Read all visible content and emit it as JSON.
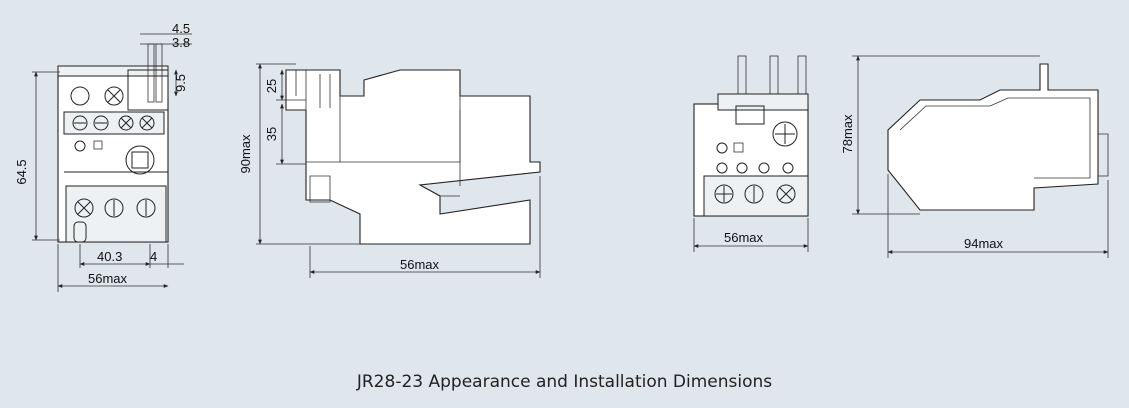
{
  "caption": "JR28-23 Appearance and Installation Dimensions",
  "views": {
    "front": {
      "dims": {
        "top_w1": "4.5",
        "top_w2": "3.8",
        "right_h": "9.5",
        "height": "64.5",
        "bottom_a": "40.3",
        "bottom_b": "4",
        "width": "56max"
      }
    },
    "side": {
      "dims": {
        "h_total": "90max",
        "h_top": "25",
        "h_mid": "35",
        "width": "56max"
      }
    },
    "front2": {
      "dims": {
        "width": "56max"
      }
    },
    "side2": {
      "dims": {
        "height": "78max",
        "width": "94max"
      }
    }
  }
}
